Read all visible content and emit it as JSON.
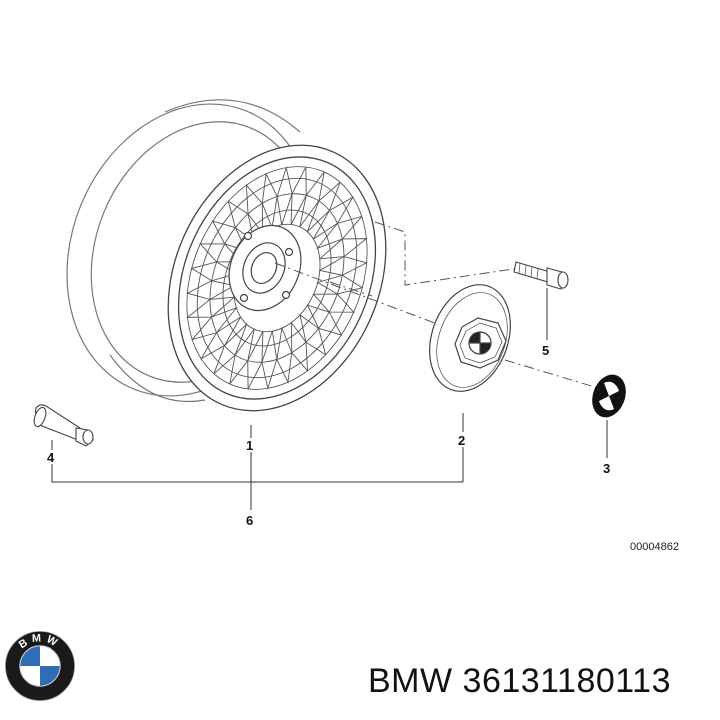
{
  "callouts": {
    "c1": "1",
    "c2": "2",
    "c3": "3",
    "c4": "4",
    "c5": "5",
    "c6": "6"
  },
  "diagram_ref": "00004862",
  "logo": {
    "letters": "BMW",
    "colors": {
      "ring": "#1a1a1a",
      "blue": "#2f6db5",
      "white": "#ffffff"
    }
  },
  "part_number": "BMW 36131180113"
}
